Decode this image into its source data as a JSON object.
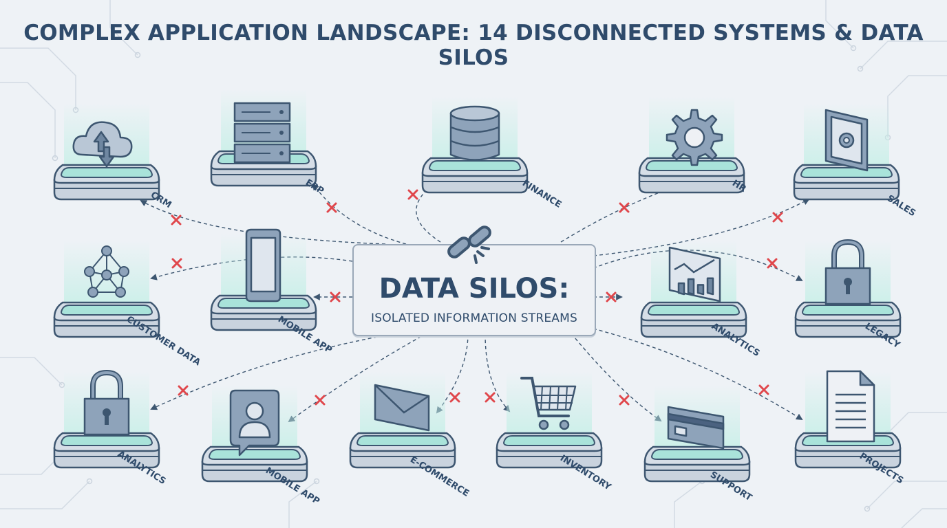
{
  "title": "COMPLEX APPLICATION LANDSCAPE: 14 DISCONNECTED SYSTEMS & DATA SILOS",
  "center": {
    "title": "DATA SILOS:",
    "subtitle": "ISOLATED INFORMATION STREAMS",
    "icon": "broken-chain-link-icon"
  },
  "nodes": [
    {
      "id": "crm",
      "label": "CRM",
      "icon": "cloud-sync-icon"
    },
    {
      "id": "erp",
      "label": "ERP",
      "icon": "server-rack-icon"
    },
    {
      "id": "finance",
      "label": "FINANCE",
      "icon": "database-icon"
    },
    {
      "id": "hr",
      "label": "HR",
      "icon": "gear-icon"
    },
    {
      "id": "sales",
      "label": "SALES",
      "icon": "tablet-gear-icon"
    },
    {
      "id": "customer-data",
      "label": "CUSTOMER DATA",
      "icon": "network-graph-icon"
    },
    {
      "id": "mobile-app-1",
      "label": "MOBILE APP",
      "icon": "smartphone-icon"
    },
    {
      "id": "analytics-1",
      "label": "ANALYTICS",
      "icon": "bar-chart-icon"
    },
    {
      "id": "legacy",
      "label": "LEGACY",
      "icon": "padlock-icon"
    },
    {
      "id": "analytics-2",
      "label": "ANALYTICS",
      "icon": "padlock-icon"
    },
    {
      "id": "mobile-app-2",
      "label": "MOBILE APP",
      "icon": "user-profile-icon"
    },
    {
      "id": "e-commerce",
      "label": "E-COMMERCE",
      "icon": "envelope-icon"
    },
    {
      "id": "inventory",
      "label": "INVENTORY",
      "icon": "shopping-cart-icon"
    },
    {
      "id": "support",
      "label": "SUPPORT",
      "icon": "credit-card-icon"
    },
    {
      "id": "projects",
      "label": "PROJECTS",
      "icon": "document-icon"
    }
  ],
  "colors": {
    "title": "#2f4b6b",
    "platform_top": "#a9e3da",
    "platform_side": "#c9d3de",
    "outline": "#3d5670",
    "icon_fill": "#8ea3ba",
    "connector": "#3d5670",
    "blocked_mark": "#e0474c",
    "glow": "#c6efe7"
  }
}
